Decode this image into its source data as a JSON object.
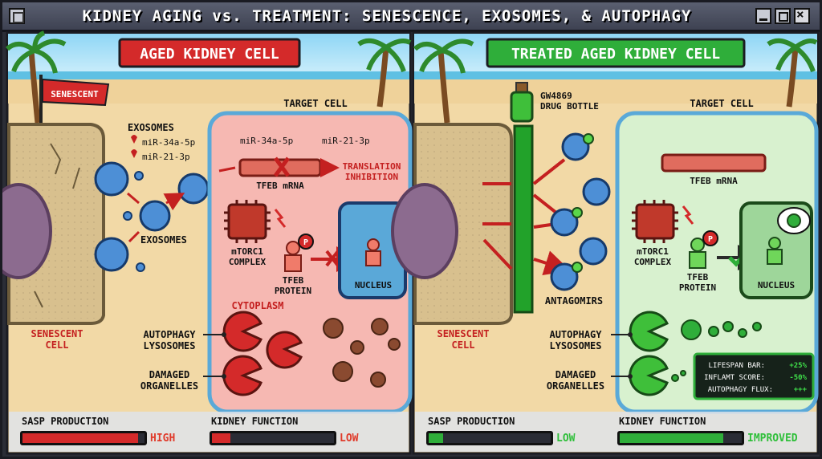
{
  "window": {
    "title": "KIDNEY AGING vs. TREATMENT: SENESCENCE, EXOSOMES, & AUTOPHAGY",
    "minimize_icon": "minimize-icon",
    "maximize_icon": "maximize-icon",
    "close_icon": "close-icon"
  },
  "left_panel": {
    "header": "AGED KIDNEY CELL",
    "flag": "SENESCENT",
    "exosomes_label": "EXOSOMES",
    "mirna_1": "miR-34a-5p",
    "mirna_2": "miR-21-3p",
    "exosomes_bottom": "EXOSOMES",
    "target_cell": "TARGET CELL",
    "mirna_bind_1": "miR-34a-5p",
    "mirna_bind_2": "miR-21-3p",
    "translation": [
      "TRANSLATION",
      "INHIBITION"
    ],
    "tfeb_mrna": "TFEB mRNA",
    "mtorc1": [
      "mTORC1",
      "COMPLEX"
    ],
    "tfeb_protein": [
      "TFEB",
      "PROTEIN"
    ],
    "phospho": "P",
    "nucleus": "NUCLEUS",
    "cytoplasm": "CYTOPLASM",
    "senescent_cell": [
      "SENESCENT",
      "CELL"
    ],
    "autophagy": [
      "AUTOPHAGY",
      "LYSOSOMES"
    ],
    "damaged": [
      "DAMAGED",
      "ORGANELLES"
    ],
    "sasp_label": "SASP PRODUCTION",
    "sasp_value": "HIGH",
    "sasp_level": 0.95,
    "kidney_label": "KIDNEY FUNCTION",
    "kidney_value": "LOW",
    "kidney_level": 0.15
  },
  "right_panel": {
    "header": "TREATED AGED KIDNEY CELL",
    "drug": [
      "GW4869",
      "DRUG BOTTLE"
    ],
    "antagomirs": "ANTAGOMIRS",
    "target_cell": "TARGET CELL",
    "tfeb_mrna": "TFEB mRNA",
    "mtorc1": [
      "mTORC1",
      "COMPLEX"
    ],
    "tfeb_protein": [
      "TFEB",
      "PROTEIN"
    ],
    "phospho": "P",
    "nucleus": "NUCLEUS",
    "senescent_cell": [
      "SENESCENT",
      "CELL"
    ],
    "autophagy": [
      "AUTOPHAGY",
      "LYSOSOMES"
    ],
    "damaged": [
      "DAMAGED",
      "ORGANELLES"
    ],
    "stats": [
      {
        "label": "LIFESPAN BAR:",
        "value": "+25%"
      },
      {
        "label": "INFLAMT SCORE:",
        "value": "-50%"
      },
      {
        "label": "AUTOPHAGY FLUX:",
        "value": "+++"
      }
    ],
    "sasp_label": "SASP PRODUCTION",
    "sasp_value": "LOW",
    "sasp_level": 0.12,
    "kidney_label": "KIDNEY FUNCTION",
    "kidney_value": "IMPROVED",
    "kidney_level": 0.85
  },
  "colors": {
    "aged_accent": "#d42a2a",
    "treated_accent": "#2fae3a",
    "low_text": "#2fbf3a",
    "high_text": "#e03a2a",
    "stats_value": "#3fe04a"
  }
}
